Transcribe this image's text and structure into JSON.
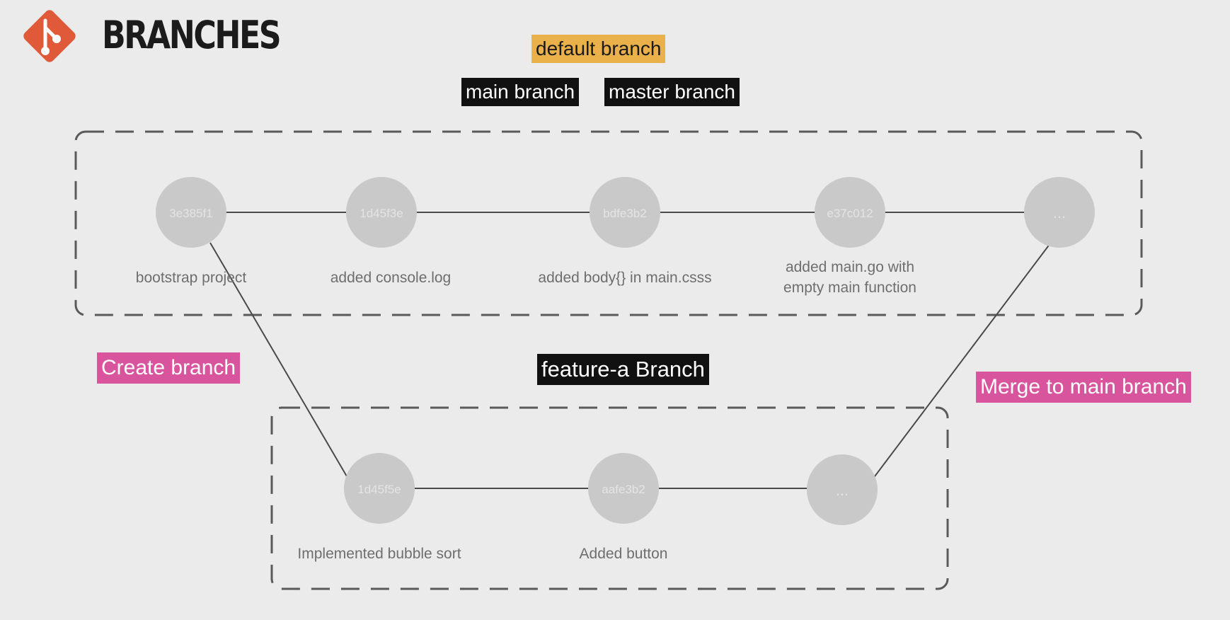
{
  "header": {
    "title": "BRANCHES",
    "logo_icon": "git-logo-icon",
    "logo_color": "#e05a3a"
  },
  "labels": {
    "default_branch": "default branch",
    "main_branch": "main branch",
    "master_branch": "master branch",
    "feature_branch": "feature-a Branch",
    "create_branch": "Create branch",
    "merge_branch": "Merge to main branch"
  },
  "main_commits": [
    {
      "hash": "3e385f1",
      "message": "bootstrap project"
    },
    {
      "hash": "1d45f3e",
      "message": "added console.log"
    },
    {
      "hash": "bdfe3b2",
      "message": "added body{} in main.csss"
    },
    {
      "hash": "e37c012",
      "message": "added main.go with\nempty main function"
    },
    {
      "hash": "...",
      "message": ""
    }
  ],
  "feature_commits": [
    {
      "hash": "1d45f5e",
      "message": "Implemented bubble sort"
    },
    {
      "hash": "aafe3b2",
      "message": "Added button"
    },
    {
      "hash": "...",
      "message": ""
    }
  ],
  "colors": {
    "commit_fill": "#c9c9c9",
    "commit_text": "#e4e4e4",
    "accent_orange": "#eab04a",
    "accent_pink": "#d8559e"
  }
}
